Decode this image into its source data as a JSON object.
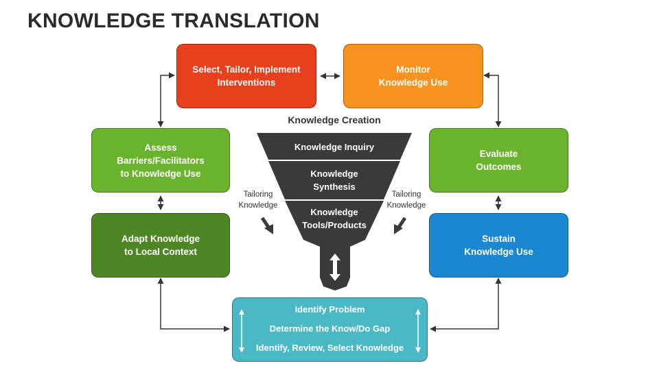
{
  "title": "KNOWLEDGE TRANSLATION",
  "colors": {
    "red": "#e8401c",
    "orange": "#f7931e",
    "green_light": "#6ab42d",
    "green_dark": "#4e8625",
    "blue": "#1b87d3",
    "teal": "#4ab9c5",
    "funnel_dark": "#3a3a3a"
  },
  "boxes": {
    "select": {
      "line1": "Select, Tailor, Implement",
      "line2": "Interventions"
    },
    "monitor": {
      "line1": "Monitor",
      "line2": "Knowledge Use"
    },
    "assess": {
      "line1": "Assess",
      "line2": "Barriers/Facilitators",
      "line3": "to Knowledge Use"
    },
    "evaluate": {
      "line1": "Evaluate",
      "line2": "Outcomes"
    },
    "adapt": {
      "line1": "Adapt Knowledge",
      "line2": "to Local Context"
    },
    "sustain": {
      "line1": "Sustain",
      "line2": "Knowledge Use"
    }
  },
  "funnel": {
    "title": "Knowledge Creation",
    "level1": "Knowledge Inquiry",
    "level2_line1": "Knowledge",
    "level2_line2": "Synthesis",
    "level3_line1": "Knowledge",
    "level3_line2": "Tools/Products"
  },
  "tailoring": {
    "line1": "Tailoring",
    "line2": "Knowledge"
  },
  "bottom": {
    "item1": "Identify Problem",
    "item2": "Determine the Know/Do Gap",
    "item3": "Identify, Review, Select Knowledge"
  }
}
